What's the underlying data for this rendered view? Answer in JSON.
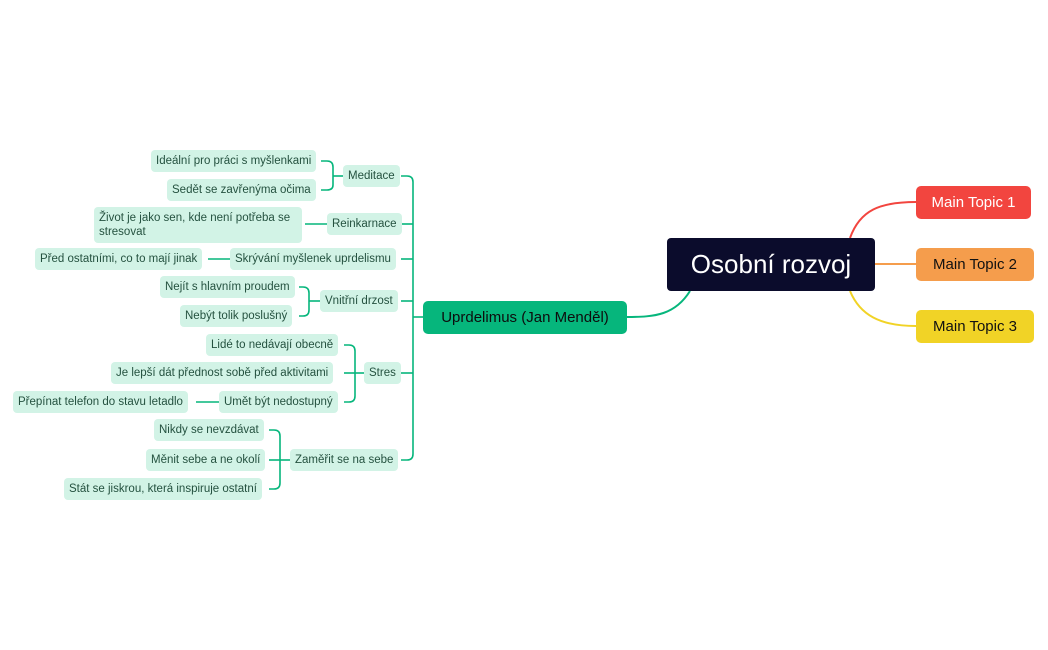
{
  "root": "Osobní rozvoj",
  "main_topics": [
    "Main Topic 1",
    "Main Topic 2",
    "Main Topic 3"
  ],
  "colors": {
    "root": "#0b0c2c",
    "topic1": "#f2453f",
    "topic2": "#f59d4c",
    "topic3": "#f1d326",
    "branch": "#06b67c",
    "subtopic_bg": "#d2f3e6",
    "connector": "#06b67c"
  },
  "branch": {
    "label": "Uprdelimus (Jan Menděl)",
    "children": [
      {
        "label": "Meditace",
        "children": [
          "Ideální pro práci s myšlenkami",
          "Sedět se zavřenýma očima"
        ]
      },
      {
        "label": "Reinkarnace",
        "children": [
          "Život je jako sen, kde není potřeba se stresovat"
        ]
      },
      {
        "label": "Skrývání myšlenek uprdelismu",
        "children": [
          "Před ostatními, co to mají jinak"
        ]
      },
      {
        "label": "Vnitřní drzost",
        "children": [
          "Nejít s hlavním proudem",
          "Nebýt tolik poslušný"
        ]
      },
      {
        "label": "Stres",
        "children": [
          "Lidé to nedávají obecně",
          "Je lepší dát přednost sobě před aktivitami",
          "Umět být nedostupný"
        ]
      },
      {
        "label": "Zaměřit se na sebe",
        "children": [
          "Nikdy se nevzdávat",
          "Měnit sebe a ne okolí",
          "Stát se jiskrou, která inspiruje ostatní"
        ]
      }
    ],
    "nested": {
      "parent": "Umět být nedostupný",
      "child": "Přepínat telefon do stavu letadlo"
    }
  }
}
